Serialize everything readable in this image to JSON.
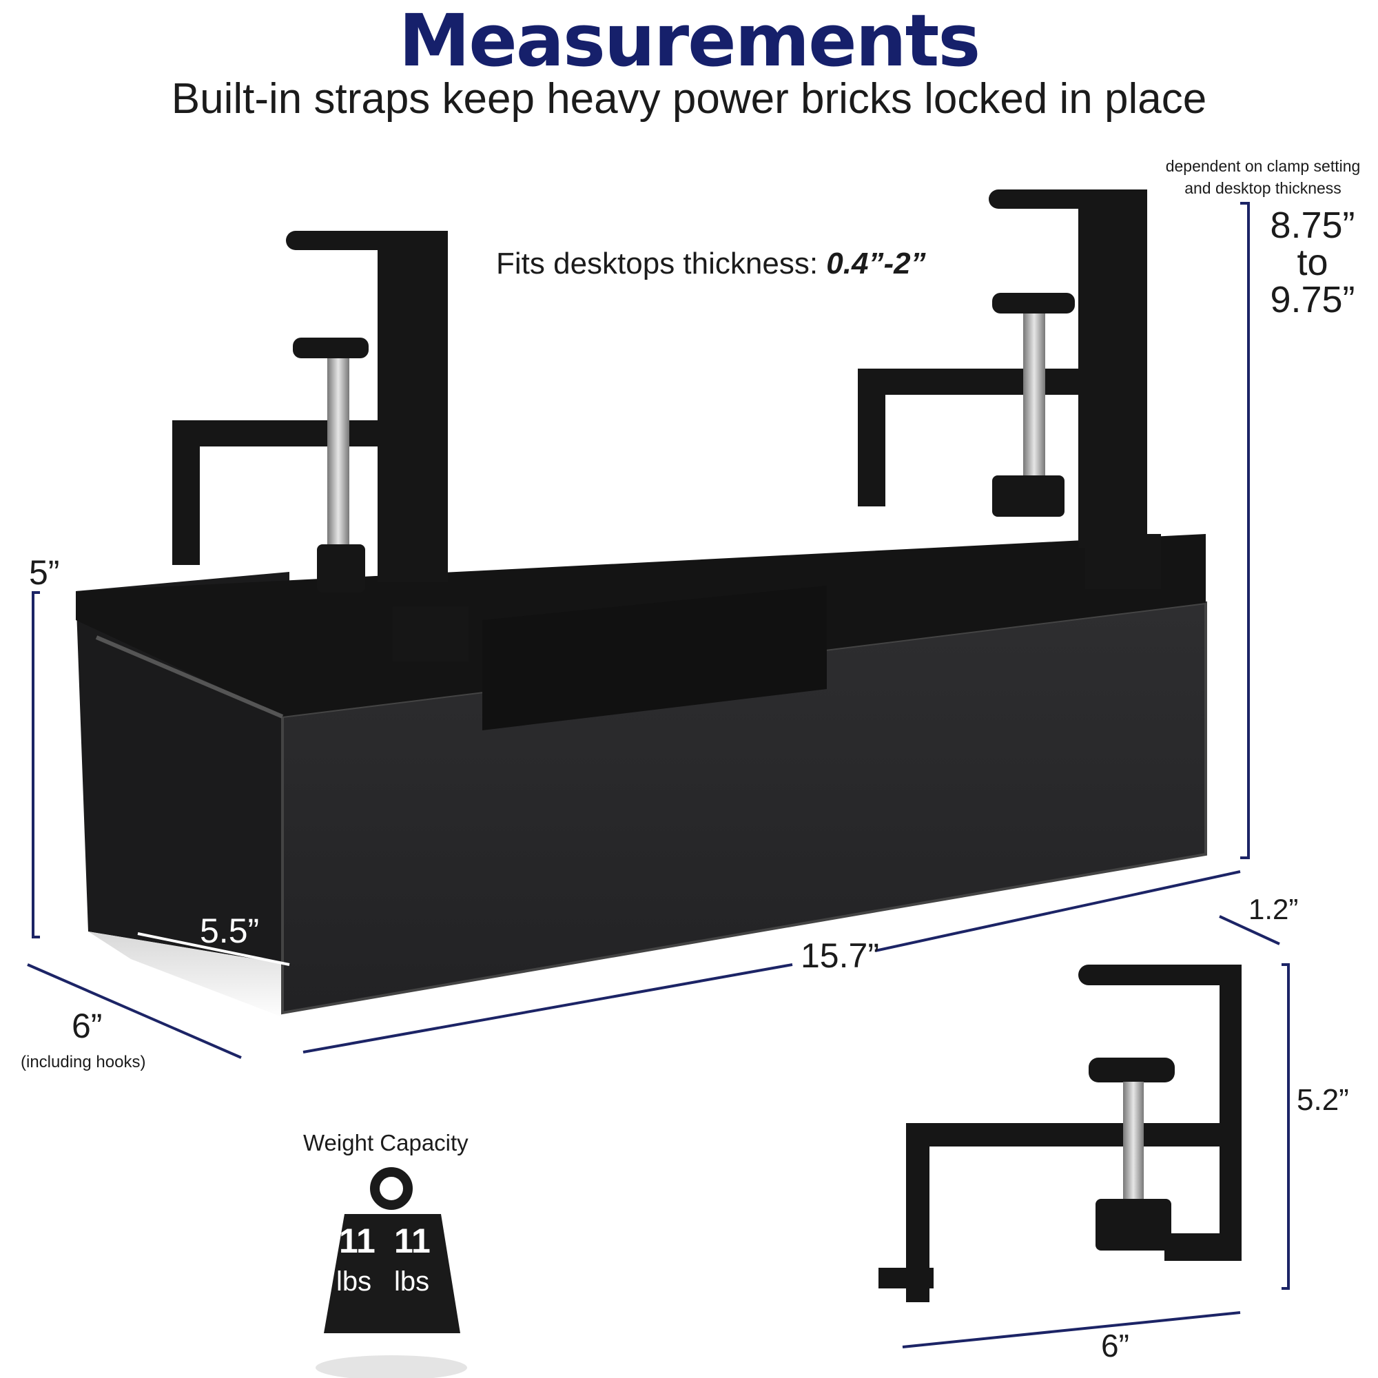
{
  "header": {
    "title": "Measurements",
    "subtitle": "Built-in straps keep heavy power bricks locked in place"
  },
  "notes": {
    "fits_prefix": "Fits desktops thickness: ",
    "fits_value": "0.4”-2”",
    "dependent_line1": "dependent on clamp setting",
    "dependent_line2": "and desktop thickness"
  },
  "dimensions": {
    "height_range_top": "8.75”",
    "height_range_to": "to",
    "height_range_bottom": "9.75”",
    "tray_height": "5”",
    "inner_depth": "5.5”",
    "tray_length": "15.7”",
    "clamp_width": "1.2”",
    "tray_depth": "6”",
    "tray_depth_note": "(including hooks)",
    "clamp_height": "5.2”",
    "clamp_depth": "6”"
  },
  "weight": {
    "label": "Weight Capacity",
    "value": "11",
    "unit": "lbs"
  },
  "colors": {
    "title": "#16206b",
    "dimension_lines": "#1c2466",
    "product": "#1e1e1e"
  }
}
